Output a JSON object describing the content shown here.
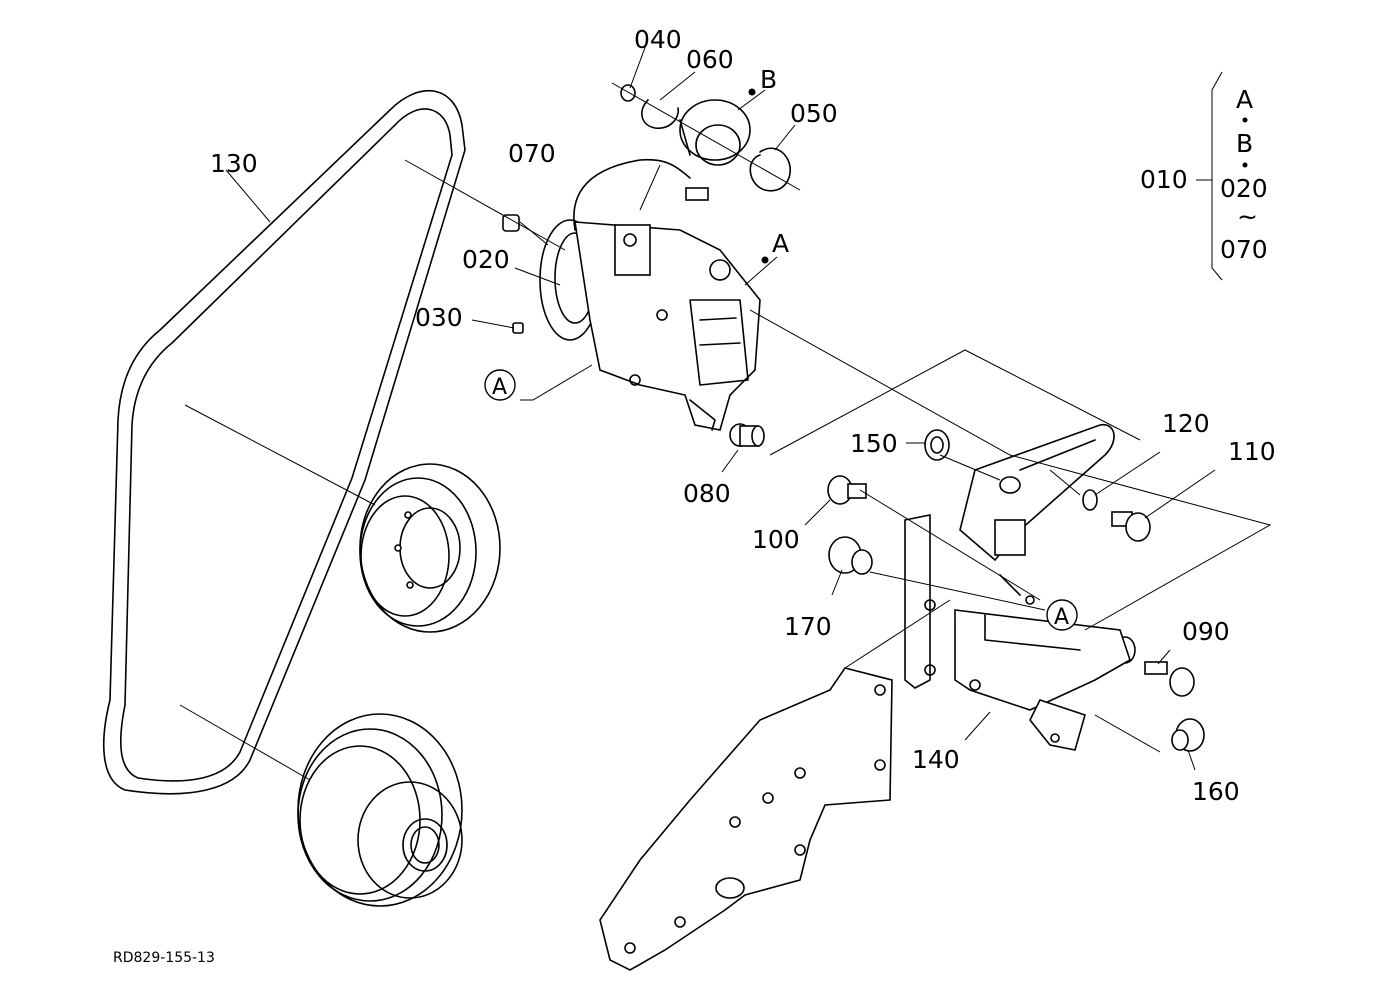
{
  "diagram_code": "RD829-155-13",
  "part_labels": {
    "p010": "010",
    "p020": "020",
    "p030": "030",
    "p040": "040",
    "p050": "050",
    "p060": "060",
    "p070": "070",
    "p080": "080",
    "p090": "090",
    "p100": "100",
    "p110": "110",
    "p120": "120",
    "p130": "130",
    "p140": "140",
    "p150": "150",
    "p160": "160",
    "p170": "170"
  },
  "reference_marks": {
    "a": "A",
    "b": "B"
  },
  "assembly_legend": {
    "code": "010",
    "line1": "A",
    "line2": "B",
    "line3": "020",
    "tilde": "~",
    "line4": "070"
  }
}
